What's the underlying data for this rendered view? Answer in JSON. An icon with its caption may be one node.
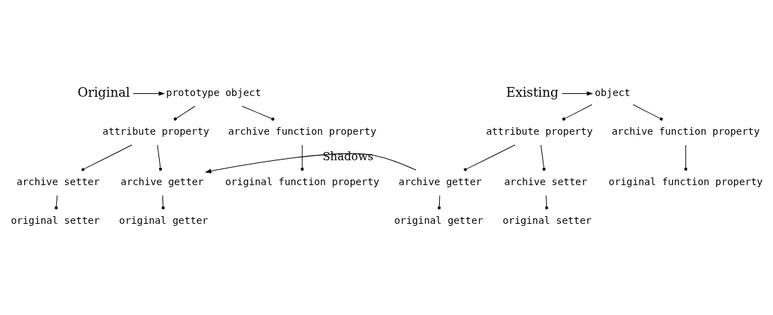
{
  "diagram": {
    "nodes": [
      {
        "text": [
          "object"
        ]
      },
      {
        "text": [
          "Existing"
        ]
      },
      {
        "text": [
          "attribute property"
        ]
      },
      {
        "text": [
          "archive getter"
        ]
      },
      {
        "text": [
          "original getter"
        ]
      },
      {
        "text": [
          "archive setter"
        ]
      },
      {
        "text": [
          "original setter"
        ]
      },
      {
        "text": [
          "archive function property"
        ]
      },
      {
        "text": [
          "original function property"
        ]
      },
      {
        "text": [
          "prototype object"
        ]
      },
      {
        "text": [
          "Original"
        ]
      },
      {
        "text": [
          "attribute property"
        ]
      },
      {
        "text": [
          "archive getter"
        ]
      },
      {
        "text": [
          "original getter"
        ]
      },
      {
        "text": [
          "archive setter"
        ]
      },
      {
        "text": [
          "original setter"
        ]
      },
      {
        "text": [
          "archive function property"
        ]
      },
      {
        "text": [
          "original function property"
        ]
      }
    ],
    "edges": [
      {
        "from": 1,
        "to": 0,
        "arrow": "to"
      },
      {
        "from": 0,
        "to": 2,
        "arrow": "other"
      },
      {
        "from": 2,
        "to": 3,
        "arrow": "other"
      },
      {
        "from": 3,
        "to": 4,
        "arrow": "other"
      },
      {
        "from": 2,
        "to": 5,
        "arrow": "other"
      },
      {
        "from": 5,
        "to": 6,
        "arrow": "other"
      },
      {
        "from": 0,
        "to": 7,
        "arrow": "other"
      },
      {
        "from": 7,
        "to": 8,
        "arrow": "other"
      },
      {
        "from": 10,
        "to": 9,
        "arrow": "to"
      },
      {
        "from": 9,
        "to": 11,
        "arrow": "other"
      },
      {
        "from": 11,
        "to": 12,
        "arrow": "other"
      },
      {
        "from": 12,
        "to": 13,
        "arrow": "other"
      },
      {
        "from": 11,
        "to": 14,
        "arrow": "other"
      },
      {
        "from": 14,
        "to": 15,
        "arrow": "other"
      },
      {
        "from": 9,
        "to": 16,
        "arrow": "other"
      },
      {
        "from": 16,
        "to": 17,
        "arrow": "other"
      },
      {
        "from": 3,
        "to": 12,
        "arrow": "to",
        "label": "Shadows"
      }
    ]
  }
}
